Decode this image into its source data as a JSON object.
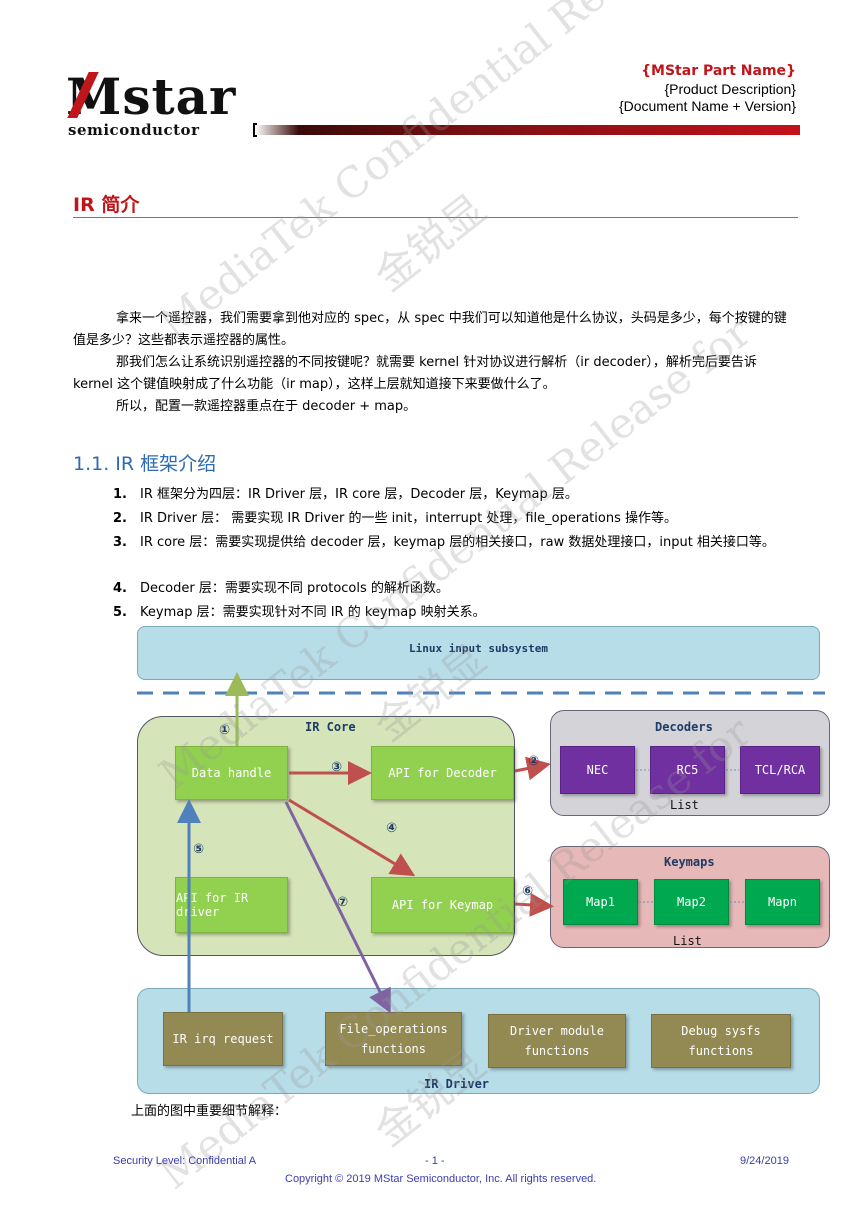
{
  "header": {
    "logo_text": "Mstar",
    "logo_sub": "semiconductor",
    "part_name": "{MStar Part Name}",
    "product_description": "{Product Description}",
    "document_name": "{Document Name + Version}"
  },
  "title": "IR 简介",
  "paragraphs": [
    "拿来一个遥控器，我们需要拿到他对应的 spec，从 spec 中我们可以知道他是什么协议，头码是多少，每个按键的键值是多少？这些都表示遥控器的属性。",
    "那我们怎么让系统识别遥控器的不同按键呢？就需要 kernel 针对协议进行解析（ir decoder），解析完后要告诉 kernel 这个键值映射成了什么功能（ir map），这样上层就知道接下来要做什么了。",
    "所以，配置一款遥控器重点在于 decoder + map。"
  ],
  "section": {
    "heading": "1.1.  IR 框架介绍",
    "items": [
      {
        "num": "1.",
        "text": "IR 框架分为四层：IR Driver 层，IR core 层，Decoder 层，Keymap 层。"
      },
      {
        "num": "2.",
        "text": "IR Driver 层：  需要实现 IR Driver 的一些 init，interrupt 处理，file_operations 操作等。"
      },
      {
        "num": "3.",
        "text": "IR core 层：需要实现提供给 decoder 层，keymap 层的相关接口，raw 数据处理接口，input 相关接口等。"
      },
      {
        "num": "4.",
        "text": "Decoder 层：需要实现不同 protocols 的解析函数。"
      },
      {
        "num": "5.",
        "text": "Keymap 层：需要实现针对不同 IR 的 keymap 映射关系。"
      }
    ]
  },
  "diagram": {
    "linux_input": "Linux input subsystem",
    "ir_core": "IR Core",
    "data_handle": "Data handle",
    "api_decoder": "API for Decoder",
    "api_ir_driver": "API for IR driver",
    "api_keymap": "API for Keymap",
    "decoders": "Decoders",
    "nec": "NEC",
    "rc5": "RC5",
    "tcl_rca": "TCL/RCA",
    "list_label": "List",
    "keymaps": "Keymaps",
    "map1": "Map1",
    "map2": "Map2",
    "mapn": "Mapn",
    "ir_driver": "IR Driver",
    "irq_request": "IR irq request",
    "file_ops_1": "File_operations",
    "file_ops_2": "functions",
    "driver_module_1": "Driver module",
    "driver_module_2": "functions",
    "debug_sysfs_1": "Debug sysfs",
    "debug_sysfs_2": "functions",
    "step1": "①",
    "step2": "②",
    "step3": "③",
    "step4": "④",
    "step5": "⑤",
    "step6": "⑥",
    "step7": "⑦",
    "colors": {
      "arrow_green": "#9bbb59",
      "arrow_red": "#c0504d",
      "arrow_blue": "#4f81bd",
      "arrow_purple": "#8064a2",
      "dashed_line": "#4f81bd"
    }
  },
  "caption": "上面的图中重要细节解释：",
  "footer": {
    "security": "Security Level: Confidential A",
    "page": "- 1 -",
    "date": "9/24/2019",
    "copyright": "Copyright © 2019 MStar Semiconductor, Inc.   All rights reserved."
  },
  "watermark": {
    "line1": "MediaTek Confidential Release for",
    "line2": "金锐显"
  }
}
